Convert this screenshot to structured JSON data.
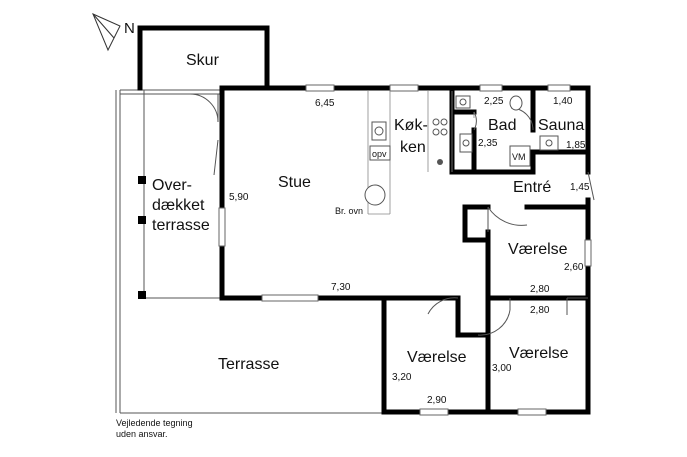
{
  "compass": {
    "label": "N"
  },
  "rooms": {
    "skur": "Skur",
    "stue": "Stue",
    "kokken_1": "Køk-",
    "kokken_2": "ken",
    "bad": "Bad",
    "sauna": "Sauna",
    "entre": "Entré",
    "overdaekket_1": "Over-",
    "overdaekket_2": "dækket",
    "overdaekket_3": "terrasse",
    "vaerelse_1": "Værelse",
    "vaerelse_2": "Værelse",
    "vaerelse_3": "Værelse",
    "terrasse": "Terrasse"
  },
  "fixtures": {
    "opv": "opv",
    "vm": "VM",
    "oven": "Br. ovn"
  },
  "dimensions": {
    "d645": "6,45",
    "d590": "5,90",
    "d730": "7,30",
    "d225": "2,25",
    "d140": "1,40",
    "d235": "2,35",
    "d185": "1,85",
    "d145": "1,45",
    "d260": "2,60",
    "d280a": "2,80",
    "d280b": "2,80",
    "d320": "3,20",
    "d300": "3,00",
    "d290": "2,90"
  },
  "disclaimer": {
    "line1": "Vejledende tegning",
    "line2": "uden ansvar."
  }
}
